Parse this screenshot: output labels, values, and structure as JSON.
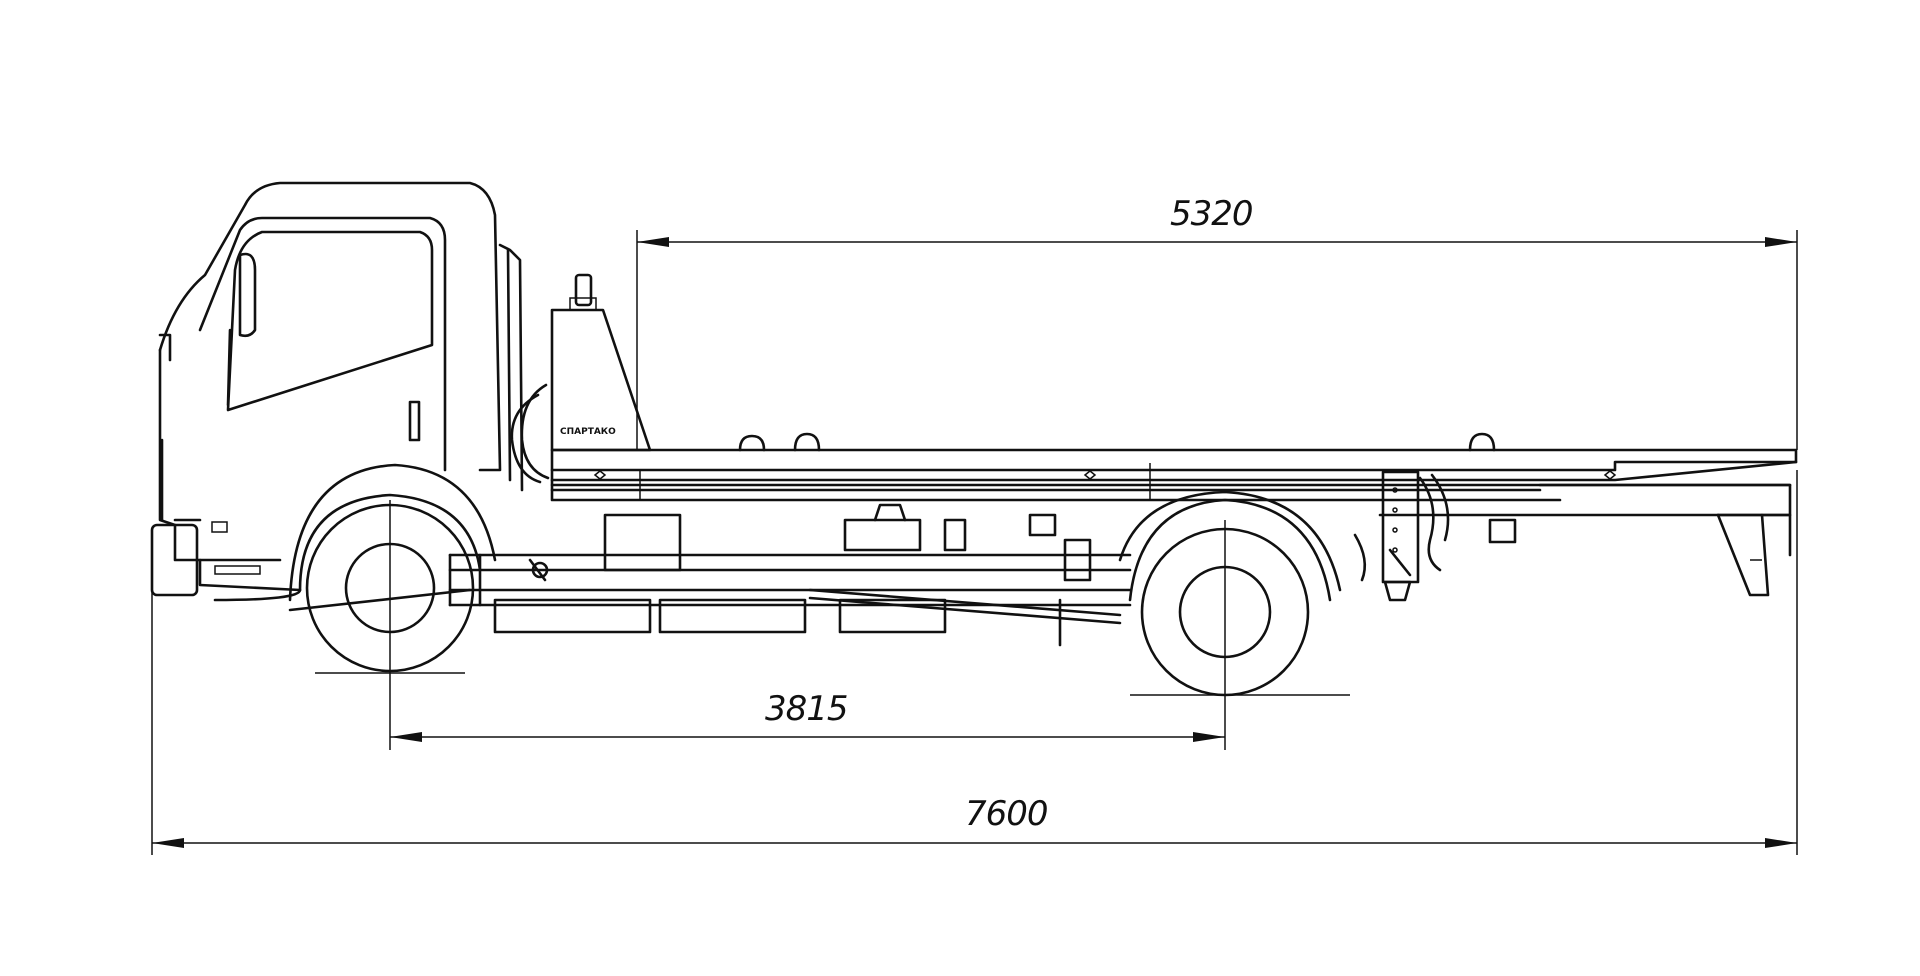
{
  "drawing": {
    "subject": "tow-truck-side-view",
    "dimensions": {
      "platform_length": "5320",
      "wheelbase": "3815",
      "overall_length": "7600"
    },
    "body_logo": "СПАРТАКО"
  }
}
